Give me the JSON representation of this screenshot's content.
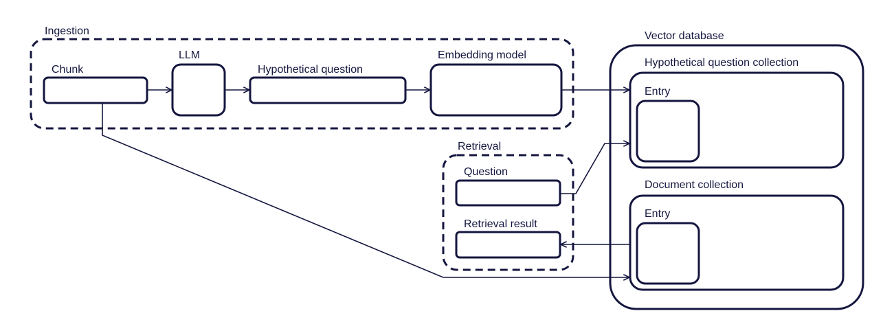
{
  "ingestion": {
    "label": "Ingestion",
    "chunk_label": "Chunk",
    "llm_label": "LLM",
    "hypothetical_question_label": "Hypothetical question",
    "embedding_model_label": "Embedding model"
  },
  "retrieval": {
    "label": "Retrieval",
    "question_label": "Question",
    "result_label": "Retrieval result"
  },
  "vector_database": {
    "label": "Vector database",
    "hypothetical_collection": {
      "label": "Hypothetical question collection",
      "entry_label": "Entry"
    },
    "document_collection": {
      "label": "Document collection",
      "entry_label": "Entry"
    }
  },
  "colors": {
    "ink": "#14163f",
    "background": "#ffffff"
  }
}
